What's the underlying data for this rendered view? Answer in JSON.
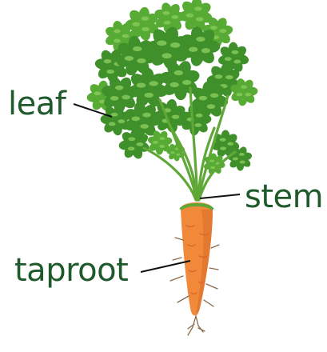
{
  "labels": {
    "leaf": "leaf",
    "stem": "stem",
    "taproot": "taproot"
  },
  "colors": {
    "label_text": "#1f5a2c",
    "leader_line": "#111111",
    "leaf_dark": "#3f8f2a",
    "leaf_mid": "#57ab34",
    "leaf_light": "#86c95a",
    "stem": "#5fa838",
    "carrot": "#f0893a",
    "carrot_shade": "#d9692a",
    "root_hair": "#8a6a4a"
  }
}
